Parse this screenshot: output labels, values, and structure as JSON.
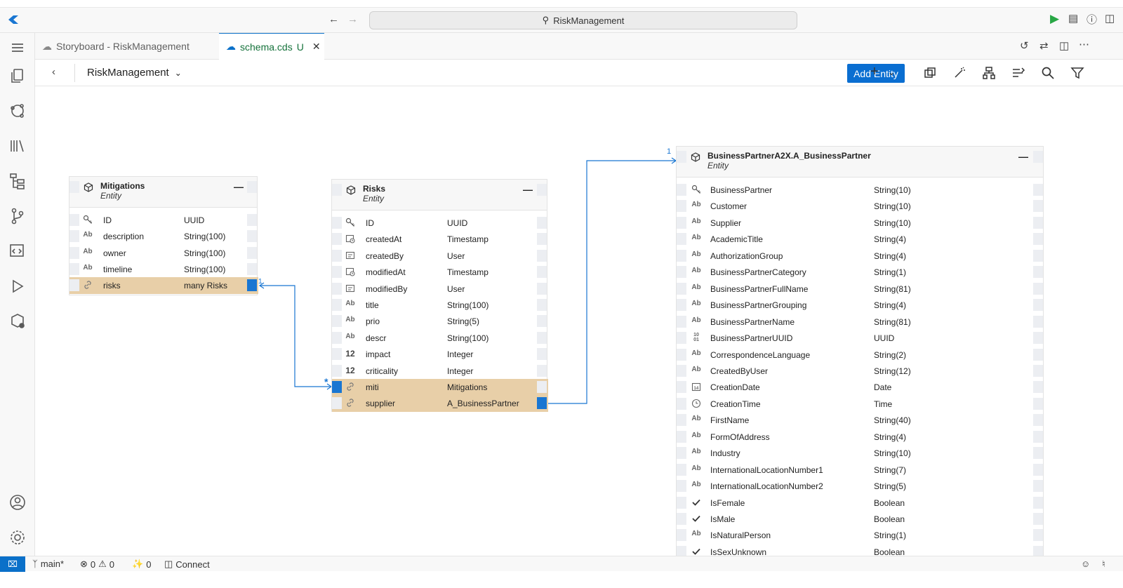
{
  "window": {
    "search_text": "RiskManagement"
  },
  "tabs": [
    {
      "label": "Storyboard - RiskManagement"
    },
    {
      "label": "schema.cds",
      "badge": "U"
    }
  ],
  "toolbar": {
    "breadcrumb": "RiskManagement",
    "add_entity": "Add Entity"
  },
  "entities": {
    "mitigations": {
      "name": "Mitigations",
      "kind": "Entity",
      "fields": [
        {
          "name": "ID",
          "type": "UUID",
          "icon": "key-icon"
        },
        {
          "name": "description",
          "type": "String(100)",
          "icon": "Ab"
        },
        {
          "name": "owner",
          "type": "String(100)",
          "icon": "Ab"
        },
        {
          "name": "timeline",
          "type": "String(100)",
          "icon": "Ab"
        },
        {
          "name": "risks",
          "type": "many Risks",
          "icon": "link-icon"
        }
      ]
    },
    "risks": {
      "name": "Risks",
      "kind": "Entity",
      "fields": [
        {
          "name": "ID",
          "type": "UUID",
          "icon": "key-icon"
        },
        {
          "name": "createdAt",
          "type": "Timestamp",
          "icon": "timestamp-icon"
        },
        {
          "name": "createdBy",
          "type": "User",
          "icon": "user-field-icon"
        },
        {
          "name": "modifiedAt",
          "type": "Timestamp",
          "icon": "timestamp-icon"
        },
        {
          "name": "modifiedBy",
          "type": "User",
          "icon": "user-field-icon"
        },
        {
          "name": "title",
          "type": "String(100)",
          "icon": "Ab"
        },
        {
          "name": "prio",
          "type": "String(5)",
          "icon": "Ab"
        },
        {
          "name": "descr",
          "type": "String(100)",
          "icon": "Ab"
        },
        {
          "name": "impact",
          "type": "Integer",
          "icon": "12"
        },
        {
          "name": "criticality",
          "type": "Integer",
          "icon": "12"
        },
        {
          "name": "miti",
          "type": "Mitigations",
          "icon": "link-icon"
        },
        {
          "name": "supplier",
          "type": "A_BusinessPartner",
          "icon": "link-icon"
        }
      ]
    },
    "bp": {
      "name": "BusinessPartnerA2X.A_BusinessPartner",
      "kind": "Entity",
      "fields": [
        {
          "name": "BusinessPartner",
          "type": "String(10)",
          "icon": "key-icon"
        },
        {
          "name": "Customer",
          "type": "String(10)",
          "icon": "Ab"
        },
        {
          "name": "Supplier",
          "type": "String(10)",
          "icon": "Ab"
        },
        {
          "name": "AcademicTitle",
          "type": "String(4)",
          "icon": "Ab"
        },
        {
          "name": "AuthorizationGroup",
          "type": "String(4)",
          "icon": "Ab"
        },
        {
          "name": "BusinessPartnerCategory",
          "type": "String(1)",
          "icon": "Ab"
        },
        {
          "name": "BusinessPartnerFullName",
          "type": "String(81)",
          "icon": "Ab"
        },
        {
          "name": "BusinessPartnerGrouping",
          "type": "String(4)",
          "icon": "Ab"
        },
        {
          "name": "BusinessPartnerName",
          "type": "String(81)",
          "icon": "Ab"
        },
        {
          "name": "BusinessPartnerUUID",
          "type": "UUID",
          "icon": "uuid-icon"
        },
        {
          "name": "CorrespondenceLanguage",
          "type": "String(2)",
          "icon": "Ab"
        },
        {
          "name": "CreatedByUser",
          "type": "String(12)",
          "icon": "Ab"
        },
        {
          "name": "CreationDate",
          "type": "Date",
          "icon": "date-icon"
        },
        {
          "name": "CreationTime",
          "type": "Time",
          "icon": "clock-icon"
        },
        {
          "name": "FirstName",
          "type": "String(40)",
          "icon": "Ab"
        },
        {
          "name": "FormOfAddress",
          "type": "String(4)",
          "icon": "Ab"
        },
        {
          "name": "Industry",
          "type": "String(10)",
          "icon": "Ab"
        },
        {
          "name": "InternationalLocationNumber1",
          "type": "String(7)",
          "icon": "Ab"
        },
        {
          "name": "InternationalLocationNumber2",
          "type": "String(5)",
          "icon": "Ab"
        },
        {
          "name": "IsFemale",
          "type": "Boolean",
          "icon": "check-icon"
        },
        {
          "name": "IsMale",
          "type": "Boolean",
          "icon": "check-icon"
        },
        {
          "name": "IsNaturalPerson",
          "type": "String(1)",
          "icon": "Ab"
        },
        {
          "name": "IsSexUnknown",
          "type": "Boolean",
          "icon": "check-icon"
        }
      ]
    }
  },
  "relations": {
    "mitigations_risks": {
      "source_mult": "1",
      "target_mult": "*"
    },
    "risks_supplier": {
      "target_mult": "1"
    }
  },
  "statusbar": {
    "branch": "main*",
    "errors": "0",
    "warnings": "0",
    "ports": "0",
    "connect": "Connect"
  },
  "colors": {
    "accent": "#0a6ed1",
    "association_row": "#e8cfa8",
    "connector": "#1976d2"
  }
}
